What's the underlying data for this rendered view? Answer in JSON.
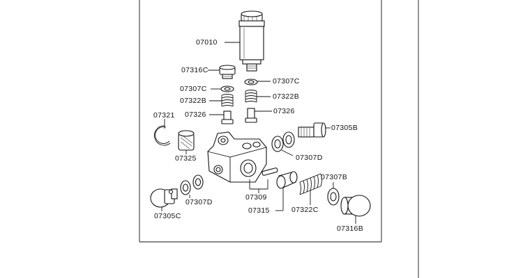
{
  "labels": {
    "l07010": "07010",
    "l07316C": "07316C",
    "l07307C_left": "07307C",
    "l07307C_right": "07307C",
    "l07322B_left": "07322B",
    "l07322B_right": "07322B",
    "l07326_left": "07326",
    "l07326_right": "07326",
    "l07321": "07321",
    "l07305B": "07305B",
    "l07325": "07325",
    "l07307D_right": "07307D",
    "l07307B": "07307B",
    "l07309": "07309",
    "l07305C": "07305C",
    "l07307D_left": "07307D",
    "l07315": "07315",
    "l07322C": "07322C",
    "l07316B": "07316B"
  }
}
